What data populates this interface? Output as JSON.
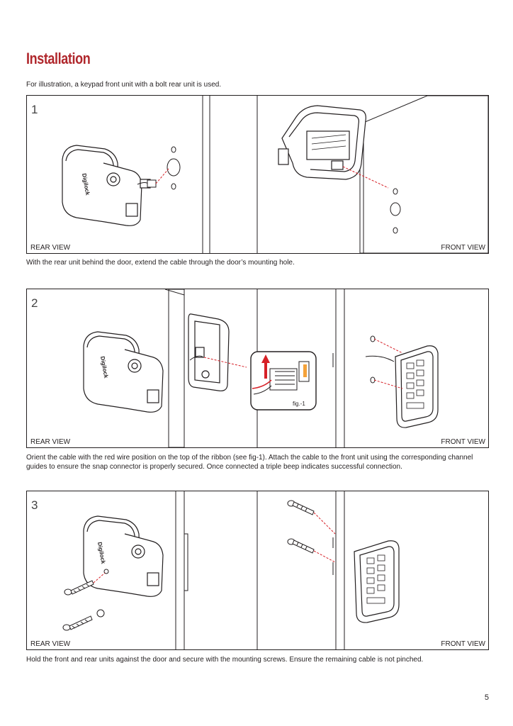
{
  "heading": "Installation",
  "intro": "For illustration, a keypad front unit with a bolt rear unit is used.",
  "brand": "Digilock",
  "steps": [
    {
      "number": "1",
      "rear_label": "REAR VIEW",
      "front_label": "FRONT VIEW",
      "caption": "With the rear unit behind the door, extend the cable through the door’s mounting hole."
    },
    {
      "number": "2",
      "rear_label": "REAR VIEW",
      "front_label": "FRONT VIEW",
      "fig_label": "fig.-1",
      "caption": "Orient the cable with the red wire position on the top of the ribbon (see fig-1).  Attach the cable to the front unit using the corresponding channel guides to ensure the snap connector is properly secured.  Once connected a triple beep indicates successful connection."
    },
    {
      "number": "3",
      "rear_label": "REAR VIEW",
      "front_label": "FRONT VIEW",
      "caption": "Hold the front and rear units against the door and secure with the mounting screws. Ensure the remaining cable is not pinched."
    }
  ],
  "page_number": "5",
  "colors": {
    "accent": "#b0272c",
    "text": "#231f20",
    "wire_red": "#d62027",
    "connector_orange": "#f4a23a"
  }
}
